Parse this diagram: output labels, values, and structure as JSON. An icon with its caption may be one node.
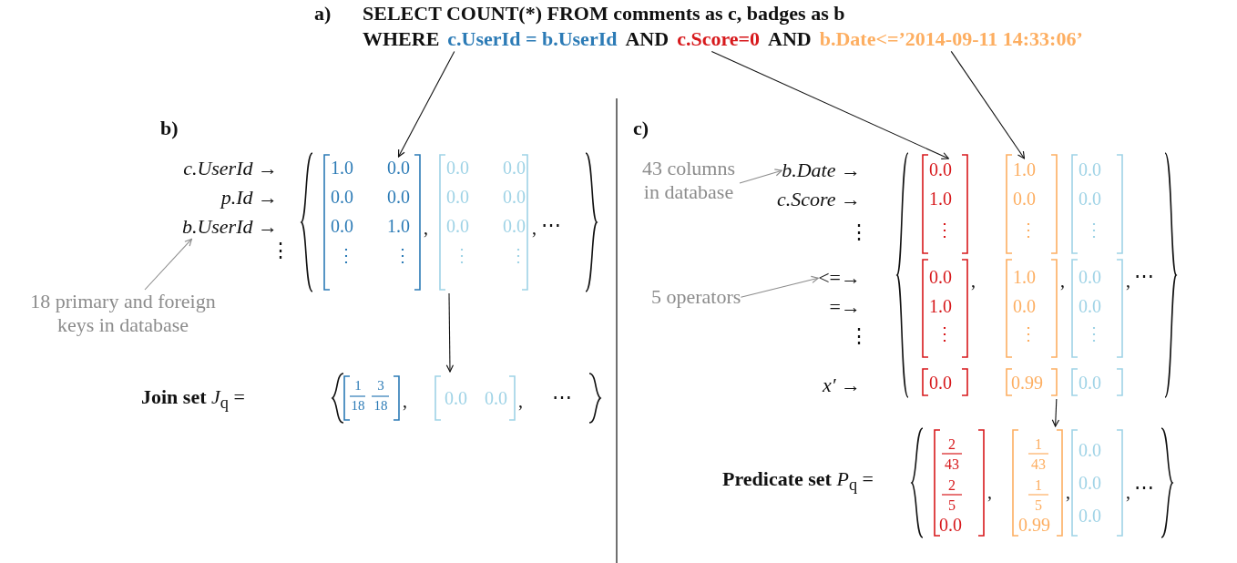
{
  "diagram": {
    "nodes": [
      {
        "text": [
          "c.UserId = b.UserId"
        ]
      },
      {
        "text": [
          "c.Score=0"
        ]
      },
      {
        "text": [
          "b.Date<=’2014-09-11 14:33:06’"
        ]
      },
      {
        "text": [
          "b.UserId →"
        ]
      },
      {
        "text": [
          "18 primary and foreign keys in database"
        ]
      },
      {
        "text": [],
        "shape": "bracket"
      },
      {
        "text": [
          "0.0"
        ],
        "in": 5
      },
      {
        "text": [],
        "shape": "bracket"
      },
      {
        "text": [
          "43 columns in database"
        ]
      },
      {
        "text": [
          "b.Date →"
        ]
      },
      {
        "text": [
          "5 operators"
        ]
      },
      {
        "text": [
          "<=→"
        ]
      },
      {
        "text": [],
        "shape": "bracket"
      },
      {
        "text": [
          "0.0"
        ],
        "in": 12
      },
      {
        "text": [
          "1.0"
        ],
        "in": 12
      },
      {
        "text": [],
        "shape": "bracket"
      }
    ],
    "edges": [
      {
        "from": 0,
        "to": 6,
        "arrow": "to"
      },
      {
        "from": 1,
        "to": 13,
        "arrow": "to"
      },
      {
        "from": 2,
        "to": 14,
        "arrow": "to"
      },
      {
        "from": 4,
        "to": 3,
        "arrow": "to",
        "color": "#8c8c8c"
      },
      {
        "from": 5,
        "to": 7,
        "arrow": "to"
      },
      {
        "from": 8,
        "to": 9,
        "arrow": "to",
        "color": "#8c8c8c"
      },
      {
        "from": 10,
        "to": 11,
        "arrow": "to",
        "color": "#8c8c8c"
      },
      {
        "from": 12,
        "to": 15,
        "arrow": "to"
      }
    ],
    "labels": [
      "a)",
      "SELECT COUNT(*) FROM comments as c, badges as b",
      "WHERE",
      "AND",
      "AND",
      "b)",
      "c.UserId →",
      "p.Id →",
      "⋮",
      "1.0",
      "0.0",
      "0.0",
      "0.0",
      "1.0",
      "⋮",
      "⋮",
      ",",
      "0.0",
      "0.0",
      "0.0",
      "0.0",
      "0.0",
      "0.0",
      "⋮",
      "⋮",
      ",",
      "⋯",
      "**Join set** *J*$_{q}$ =",
      "1",
      "18",
      "3",
      "18",
      ",",
      "0.0",
      "0.0",
      ",",
      "⋯",
      "c)",
      "c.Score →",
      "⋮",
      "=→",
      "⋮",
      "x′ →",
      "1.0",
      "⋮",
      "0.0",
      "1.0",
      "⋮",
      "0.0",
      "0.0",
      "⋮",
      "1.0",
      "0.0",
      "⋮",
      "0.99",
      "0.0",
      "0.0",
      "⋮",
      "0.0",
      "0.0",
      "⋮",
      "0.0",
      ",",
      ",",
      ",",
      "⋯",
      "**Predicate set** *P*$_{q}$ =",
      "2",
      "43",
      "2",
      "5",
      "0.0",
      "1",
      "43",
      "1",
      "5",
      "0.99",
      "0.0",
      "0.0",
      "0.0",
      ",",
      ",",
      ",",
      "⋯"
    ]
  }
}
